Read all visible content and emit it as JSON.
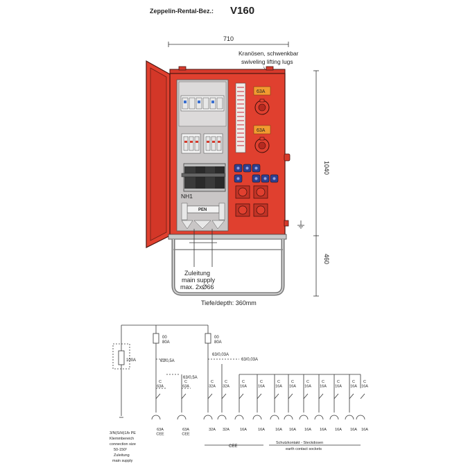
{
  "header": {
    "label": "Zeppelin-Rental-Bez.:",
    "model": "V160"
  },
  "dims": {
    "width": "710",
    "height_upper": "1040",
    "height_lower": "460",
    "depth": "Tiefe/depth: 360mm"
  },
  "notes": {
    "lugs_de": "Kranösen, schwenkbar",
    "lugs_en": "swiveling lifting lugs"
  },
  "cabinet": {
    "outlet_rating": "63A",
    "main_switch": "NH1",
    "pen": "PEN",
    "supply_de": "Zuleitung",
    "supply_en": "main supply",
    "supply_max": "max. 2xØ66"
  },
  "schematic": {
    "fuse1": "00\n80A",
    "fuse2": "00\n80A",
    "rcd1": "63/0,5A",
    "rcd2": "63/0,5A",
    "rcd3": "63/0,03A",
    "rcd4": "63/0,03A",
    "main_fuse": "100A",
    "breakers": [
      "C\n63A",
      "C\n63A",
      "C\n32A",
      "C\n32A",
      "C\n16A",
      "C\n16A",
      "C\n16A",
      "C\n16A",
      "C\n16A",
      "C\n16A",
      "C\n16A",
      "C\n16A",
      "C\n16A"
    ],
    "outlets": [
      "63A\nCEE",
      "63A\nCEE",
      "32A",
      "32A",
      "16A",
      "16A",
      "16A",
      "16A",
      "16A",
      "16A",
      "16A",
      "16A",
      "16A"
    ],
    "cee_label": "CEE",
    "schuko_de": "Schutzkontakt - Steckdosen",
    "schuko_en": "earth contact sockets",
    "terminal_spec": "3/N(S/H)1/b PE",
    "terminal_de": "Klemmbereich",
    "terminal_en": "connection size",
    "terminal_range": "50-150²",
    "supply_de": "Zuleitung",
    "supply_en": "main supply"
  }
}
